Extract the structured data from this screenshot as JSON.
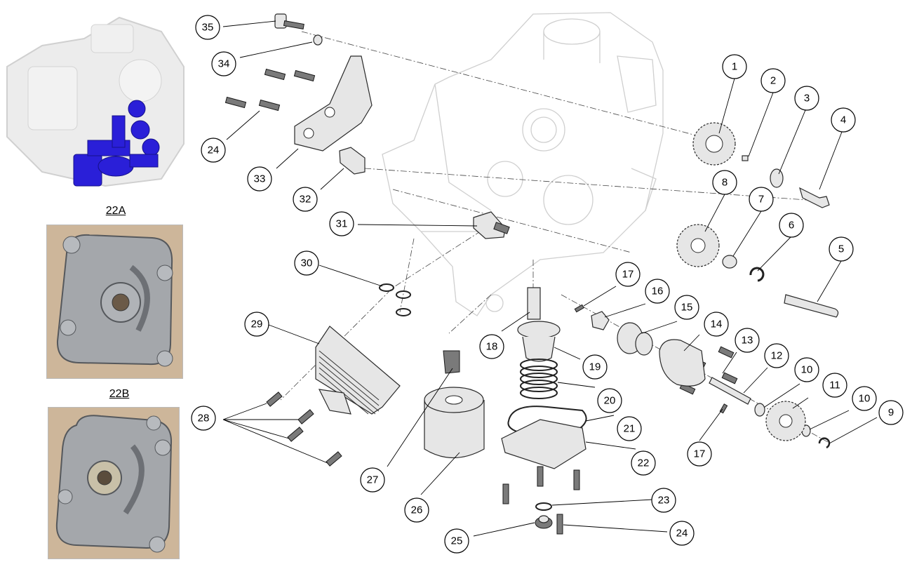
{
  "insets": {
    "photo_a_label": "22A",
    "photo_b_label": "22B"
  },
  "callouts": {
    "c1": "1",
    "c2": "2",
    "c3": "3",
    "c4": "4",
    "c5": "5",
    "c6": "6",
    "c7": "7",
    "c8": "8",
    "c9": "9",
    "c10a": "10",
    "c10b": "10",
    "c11": "11",
    "c12": "12",
    "c13": "13",
    "c14": "14",
    "c15": "15",
    "c16": "16",
    "c17a": "17",
    "c17b": "17",
    "c18": "18",
    "c19": "19",
    "c20": "20",
    "c21": "21",
    "c22": "22",
    "c23": "23",
    "c24a": "24",
    "c24b": "24",
    "c25": "25",
    "c26": "26",
    "c27": "27",
    "c28": "28",
    "c29": "29",
    "c30": "30",
    "c31": "31",
    "c32": "32",
    "c33": "33",
    "c34": "34",
    "c35": "35"
  },
  "colors": {
    "highlight_parts": "#2a1fd8",
    "photo_bg": "#cdb69a",
    "metal": "#9c9fa3",
    "ghost_engine": "#cfcfcf"
  }
}
